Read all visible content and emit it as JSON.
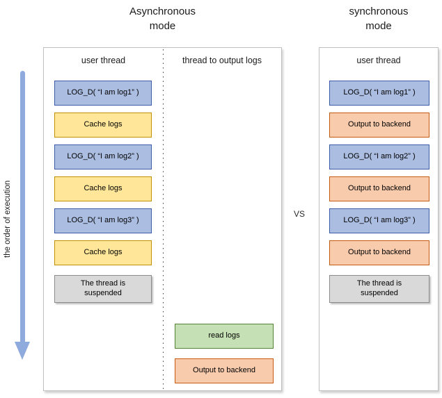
{
  "titles": {
    "async_line1": "Asynchronous",
    "async_line2": "mode",
    "sync_line1": "synchronous",
    "sync_line2": "mode",
    "vs_label": "VS"
  },
  "execution_axis": {
    "label": "the order of execution",
    "direction": "downward"
  },
  "async_panel": {
    "columns": [
      {
        "header": "user thread",
        "boxes": [
          {
            "label": "LOG_D( “I am log1” )",
            "type": "log-call"
          },
          {
            "label": "Cache logs",
            "type": "cache"
          },
          {
            "label": "LOG_D( “I am log2” )",
            "type": "log-call"
          },
          {
            "label": "Cache logs",
            "type": "cache"
          },
          {
            "label": "LOG_D( “I am log3” )",
            "type": "log-call"
          },
          {
            "label": "Cache logs",
            "type": "cache"
          },
          {
            "label": "The thread is suspended",
            "type": "suspended"
          }
        ]
      },
      {
        "header": "thread to output logs",
        "boxes": [
          {
            "label": "read logs",
            "type": "read"
          },
          {
            "label": "Output to backend",
            "type": "output"
          }
        ]
      }
    ]
  },
  "sync_panel": {
    "header": "user thread",
    "boxes": [
      {
        "label": "LOG_D( “I am log1” )",
        "type": "log-call"
      },
      {
        "label": "Output to backend",
        "type": "output"
      },
      {
        "label": "LOG_D( “I am log2” )",
        "type": "log-call"
      },
      {
        "label": "Output to backend",
        "type": "output"
      },
      {
        "label": "LOG_D( “I am log3” )",
        "type": "log-call"
      },
      {
        "label": "Output to backend",
        "type": "output"
      },
      {
        "label": "The thread is suspended",
        "type": "suspended"
      }
    ]
  },
  "colors": {
    "log_call_fill": "#ABBDE1",
    "log_call_border": "#3D5BA9",
    "cache_fill": "#FFE699",
    "cache_border": "#BF9000",
    "output_fill": "#F8CBAD",
    "output_border": "#C55A11",
    "read_fill": "#C5E0B4",
    "read_border": "#548235",
    "suspended_fill": "#D9D9D9",
    "suspended_border": "#8C8C8C",
    "arrow": "#8FAADC",
    "panel_border": "#BFBFBF",
    "divider": "#3A3A3A"
  }
}
